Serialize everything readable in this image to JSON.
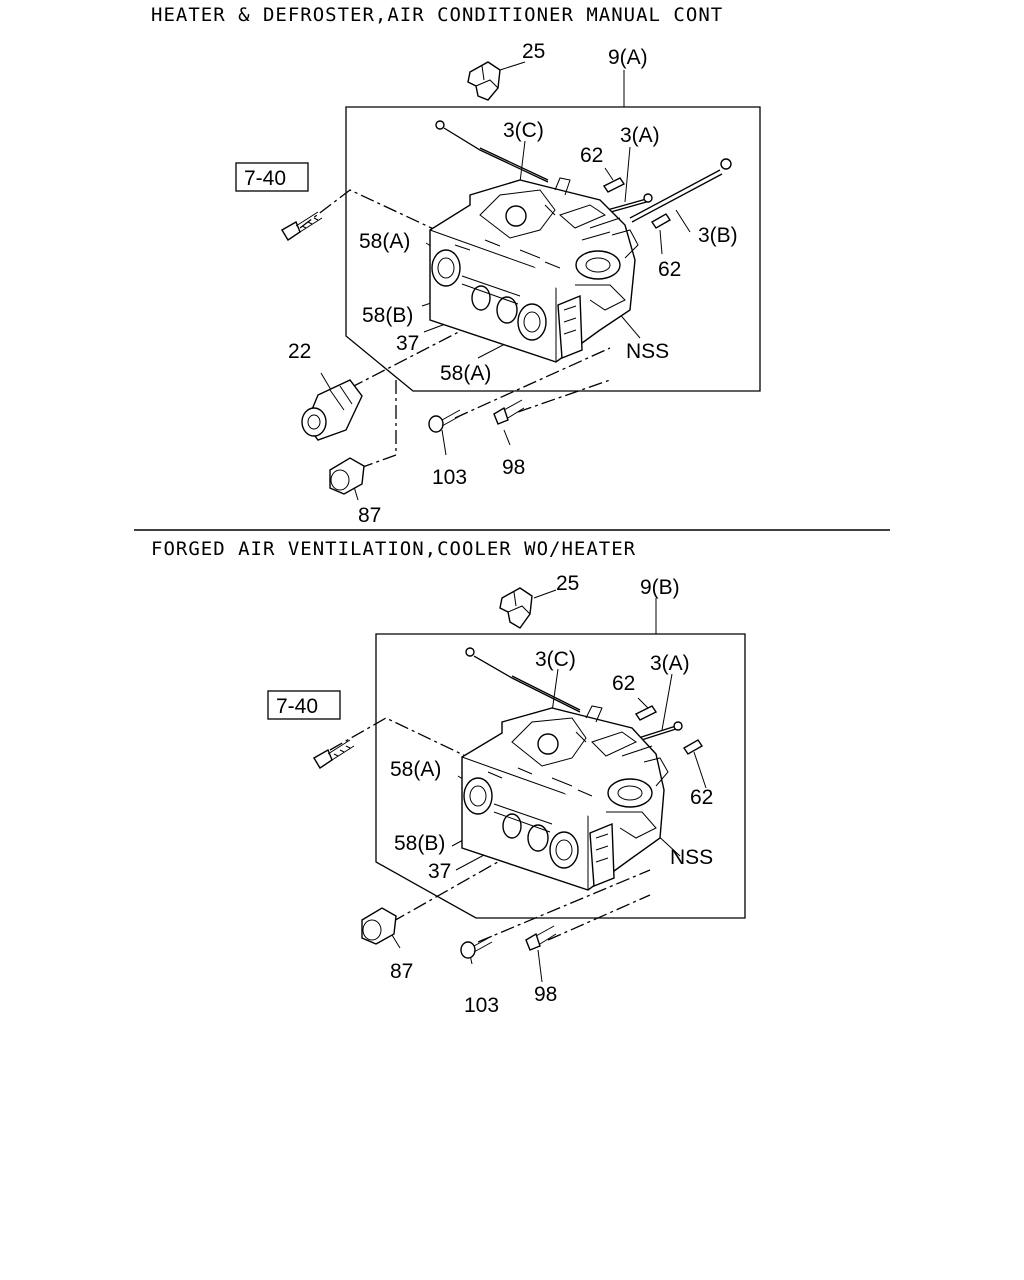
{
  "sections": [
    {
      "title": "HEATER & DEFROSTER,AIR CONDITIONER MANUAL CONT",
      "ref_box": "7-40",
      "labels": {
        "p25": "25",
        "p9": "9(A)",
        "p3c": "3(C)",
        "p3a": "3(A)",
        "p62a": "62",
        "p3b": "3(B)",
        "p62b": "62",
        "p58a": "58(A)",
        "p58b": "58(B)",
        "p37": "37",
        "nss": "NSS",
        "p58a2": "58(A)",
        "p22": "22",
        "p103": "103",
        "p98": "98",
        "p87": "87"
      }
    },
    {
      "title": "FORGED AIR VENTILATION,COOLER WO/HEATER",
      "ref_box": "7-40",
      "labels": {
        "p25": "25",
        "p9": "9(B)",
        "p3c": "3(C)",
        "p3a": "3(A)",
        "p62a": "62",
        "p62b": "62",
        "p58a": "58(A)",
        "p58b": "58(B)",
        "p37": "37",
        "nss": "NSS",
        "p87": "87",
        "p103": "103",
        "p98": "98"
      }
    }
  ]
}
